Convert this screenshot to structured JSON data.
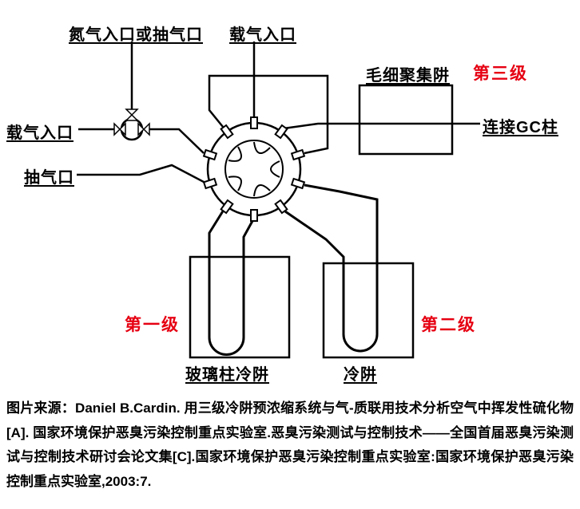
{
  "figure": {
    "labels": {
      "nitrogen_inlet": "氮气入口或抽气口",
      "carrier_inlet_top": "载气入口",
      "carrier_inlet_left": "载气入口",
      "pump_port": "抽气口",
      "capillary_trap": "毛细聚集阱",
      "stage3": "第三级",
      "gc_column": "连接GC柱",
      "stage1": "第一级",
      "stage2": "第二级",
      "glass_column_trap": "玻璃柱冷阱",
      "cold_trap": "冷阱"
    },
    "colors": {
      "stage_label": "#e60012",
      "ink": "#000000"
    }
  },
  "caption": {
    "text": "图片来源：Daniel B.Cardin. 用三级冷阱预浓缩系统与气-质联用技术分析空气中挥发性硫化物[A]. 国家环境保护恶臭污染控制重点实验室.恶臭污染测试与控制技术——全国首届恶臭污染测试与控制技术研讨会论文集[C].国家环境保护恶臭污染控制重点实验室:国家环境保护恶臭污染控制重点实验室,2003:7."
  }
}
